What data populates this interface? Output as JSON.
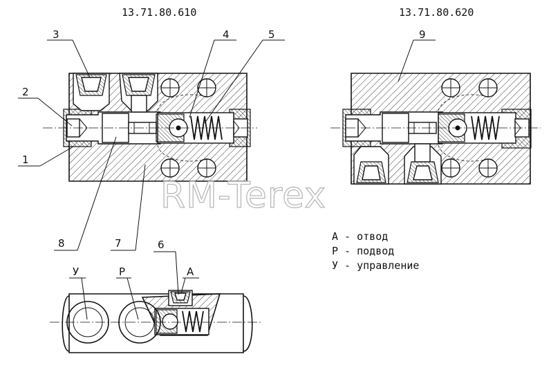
{
  "titles": {
    "left": "13.71.80.610",
    "right": "13.71.80.620"
  },
  "callouts": {
    "c1": "1",
    "c2": "2",
    "c3": "3",
    "c4": "4",
    "c5": "5",
    "c6": "6",
    "c7": "7",
    "c8": "8",
    "c9": "9"
  },
  "port_labels": {
    "u": "У",
    "p": "Р",
    "a": "А"
  },
  "legend": [
    "А - отвод",
    "Р - подвод",
    "У - управление"
  ],
  "watermark": "RM-Terex"
}
